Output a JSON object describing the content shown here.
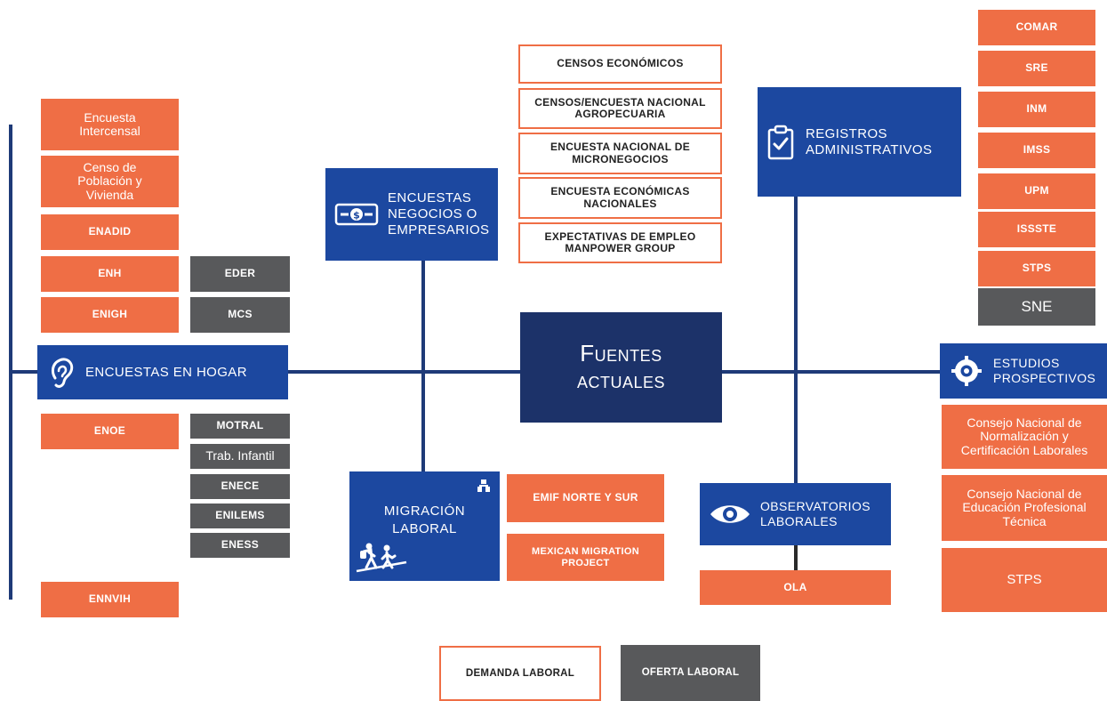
{
  "center": {
    "line1": "Fuentes",
    "line2": "actuales"
  },
  "hogar": {
    "title": "ENCUESTAS EN HOGAR",
    "left": {
      "intercensal": "Encuesta Intercensal",
      "censo": "Censo de Población y Vivienda",
      "enadid": "ENADID",
      "enh": "ENH",
      "enigh": "ENIGH",
      "enoe": "ENOE",
      "ennvih": "ENNVIH"
    },
    "right": {
      "eder": "EDER",
      "mcs": "MCS",
      "motral": "MOTRAL",
      "trab_infantil": "Trab. Infantil",
      "enece": "ENECE",
      "enilems": "ENILEMS",
      "eness": "ENESS"
    }
  },
  "negocios": {
    "title_lines": [
      "ENCUESTAS",
      "NEGOCIOS O",
      "EMPRESARIOS"
    ],
    "items": [
      "CENSOS ECONÓMICOS",
      "CENSOS/ENCUESTA NACIONAL AGROPECUARIA",
      "ENCUESTA NACIONAL DE MICRONEGOCIOS",
      "ENCUESTA ECONÓMICAS NACIONALES",
      "EXPECTATIVAS DE EMPLEO MANPOWER GROUP"
    ]
  },
  "registros": {
    "title_lines": [
      "REGISTROS",
      "ADMINISTRATIVOS"
    ],
    "items": [
      "COMAR",
      "SRE",
      "INM",
      "IMSS",
      "UPM",
      "ISSSTE",
      "STPS"
    ],
    "oferta_item": "SNE"
  },
  "estudios": {
    "title_lines": [
      "ESTUDIOS",
      "PROSPECTIVOS"
    ],
    "items": [
      "Consejo Nacional de Normalización y Certificación Laborales",
      "Consejo Nacional de Educación Profesional Técnica",
      "STPS"
    ]
  },
  "migracion": {
    "title_lines": [
      "MIGRACIÓN",
      "LABORAL"
    ],
    "items": [
      "EMIF NORTE Y SUR",
      "MEXICAN MIGRATION PROJECT"
    ]
  },
  "observatorios": {
    "title_lines": [
      "OBSERVATORIOS",
      "LABORALES"
    ],
    "item": "OLA"
  },
  "legend": {
    "demanda": "DEMANDA LABORAL",
    "oferta": "OFERTA LABORAL"
  },
  "colors": {
    "demanda": "#ef6e45",
    "oferta": "#58595b",
    "category": "#1c48a0",
    "center": "#1c3269",
    "connector": "#1e3a78"
  },
  "icons": {
    "hogar": "ear-icon",
    "negocios": "money-bill-icon",
    "registros": "clipboard-check-icon",
    "estudios": "crosshair-target-icon",
    "migracion": "hikers-icon",
    "migracion_corner": "network-icon",
    "observatorios": "eye-icon"
  }
}
